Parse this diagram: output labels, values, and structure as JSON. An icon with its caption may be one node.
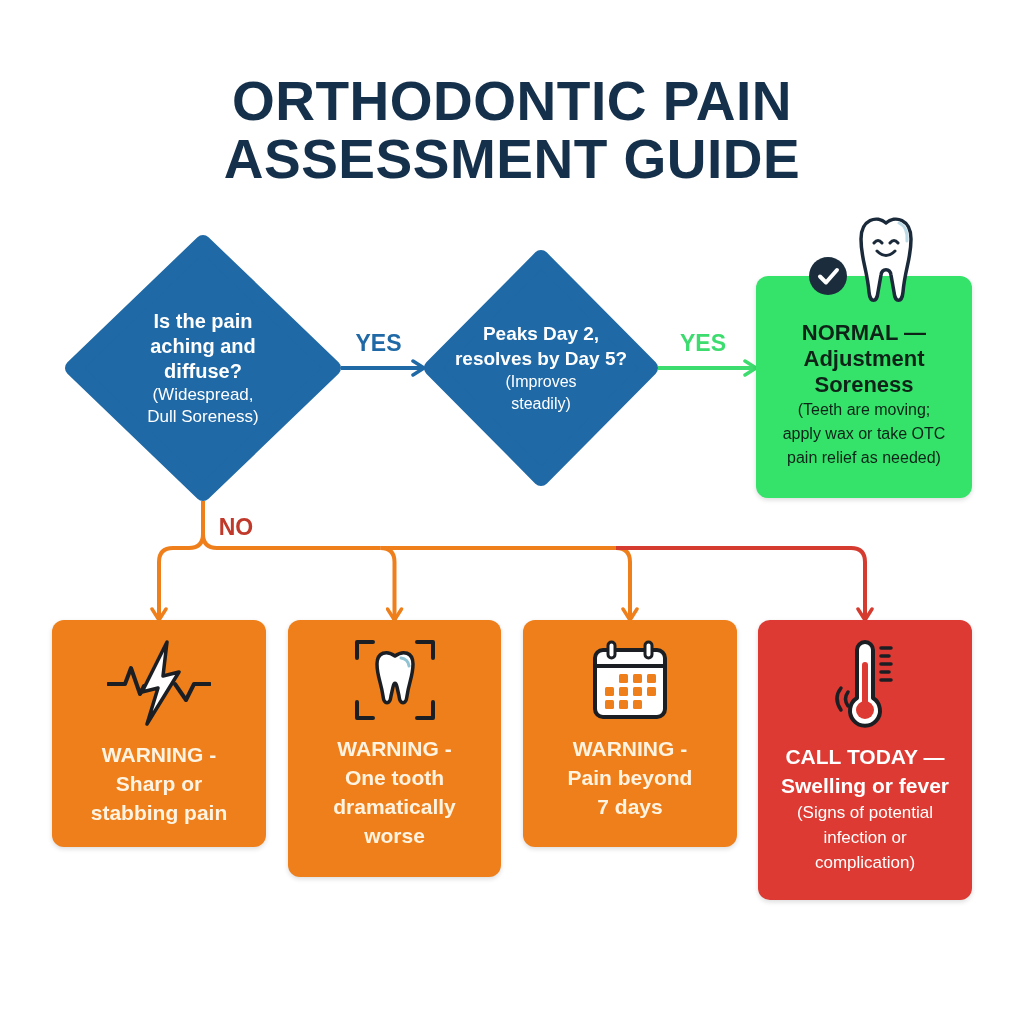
{
  "diagram": {
    "title": "ORTHODONTIC PAIN ASSESSMENT GUIDE",
    "nodes": [
      {
        "text": [
          "Is the pain aching and diffuse?",
          "(Widespread, Dull Soreness)"
        ]
      },
      {
        "text": [
          "Peaks Day 2, resolves by Day 5?",
          "(Improves steadily)"
        ]
      },
      {
        "text": [
          "NORMAL — Adjustment Soreness",
          "(Teeth are moving; apply wax or take OTC pain relief as needed)"
        ]
      },
      {
        "text": [
          "WARNING - Sharp or stabbing pain"
        ]
      },
      {
        "text": [
          "WARNING - One tooth dramatically worse"
        ]
      },
      {
        "text": [
          "WARNING - Pain beyond 7 days"
        ]
      },
      {
        "text": [
          "CALL TODAY — Swelling or fever",
          "(Signs of potential infection or complication)"
        ]
      }
    ],
    "edges": [
      {
        "from": 0,
        "to": 1,
        "arrow": "to",
        "label": "YES",
        "color": "#1f69a6"
      },
      {
        "from": 1,
        "to": 2,
        "arrow": "to",
        "label": "YES",
        "color": "#3ddc6e"
      },
      {
        "from": 0,
        "to": 3,
        "arrow": "to",
        "label": "NO"
      },
      {
        "from": 0,
        "to": 4,
        "arrow": "to"
      },
      {
        "from": 0,
        "to": 5,
        "arrow": "to"
      },
      {
        "from": 0,
        "to": 6,
        "arrow": "to",
        "color": "#d63b2f"
      }
    ]
  }
}
